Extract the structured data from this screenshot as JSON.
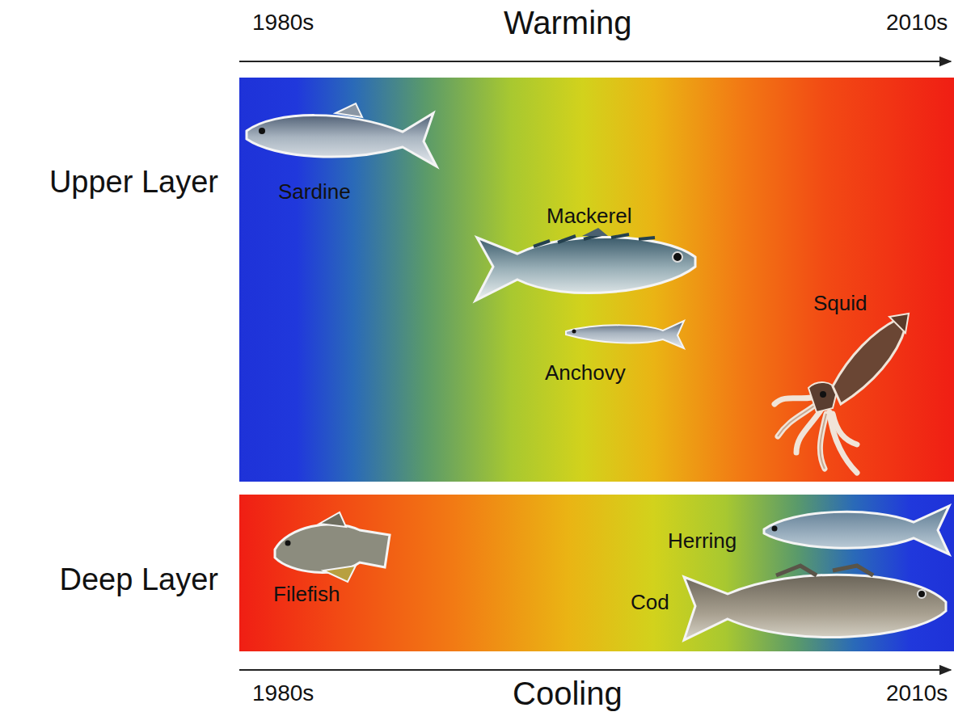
{
  "diagram": {
    "nodes": [
      {
        "text": [
          "Upper Layer"
        ]
      },
      {
        "text": [
          "Deep Layer"
        ]
      }
    ],
    "labels": [
      "1980s",
      "Warming",
      "2010s",
      "Sardine",
      "Mackerel",
      "Anchovy",
      "Squid",
      "Filefish",
      "Herring",
      "Cod",
      "1980s",
      "Cooling",
      "2010s"
    ]
  }
}
